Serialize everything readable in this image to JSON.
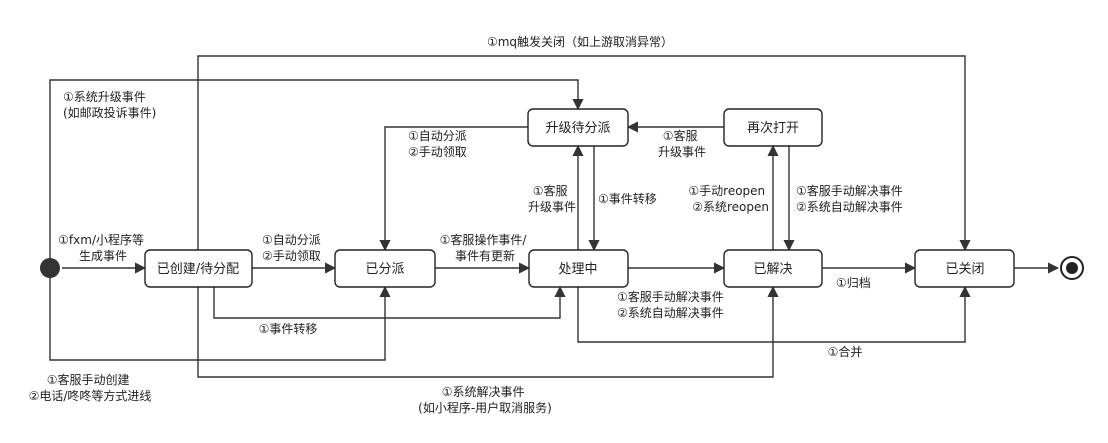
{
  "states": {
    "created": "已创建/待分配",
    "assigned": "已分派",
    "processing": "处理中",
    "resolved": "已解决",
    "closed": "已关闭",
    "escalated": "升级待分派",
    "reopened": "再次打开"
  },
  "edges": {
    "init_to_created": [
      "①fxm/小程序等",
      "生成事件"
    ],
    "init_to_escalated": [
      "①系统升级事件",
      "(如邮政投诉事件)"
    ],
    "init_to_assigned": [
      "①客服手动创建",
      "②电话/咚咚等方式进线"
    ],
    "created_to_closed": [
      "①mq触发关闭（如上游取消异常）"
    ],
    "created_to_assigned": [
      "①自动分派",
      "②手动领取"
    ],
    "created_to_processing": [
      "①事件转移"
    ],
    "created_to_resolved": [
      "①系统解决事件",
      "(如小程序-用户取消服务)"
    ],
    "escalated_to_assigned": [
      "①自动分派",
      "②手动领取"
    ],
    "processing_to_escalated": [
      "①客服",
      "升级事件"
    ],
    "escalated_to_processing": [
      "①事件转移"
    ],
    "assigned_to_processing": [
      "①客服操作事件/",
      "事件有更新"
    ],
    "processing_to_resolved": [
      "①客服手动解决事件",
      "②系统自动解决事件"
    ],
    "processing_to_closed": [
      "①合并"
    ],
    "reopened_to_escalated": [
      "①客服",
      "升级事件"
    ],
    "resolved_to_reopened": [
      "①手动reopen",
      "②系统reopen"
    ],
    "reopened_to_resolved": [
      "①客服手动解决事件",
      "②系统自动解决事件"
    ],
    "resolved_to_closed": [
      "①归档"
    ]
  }
}
